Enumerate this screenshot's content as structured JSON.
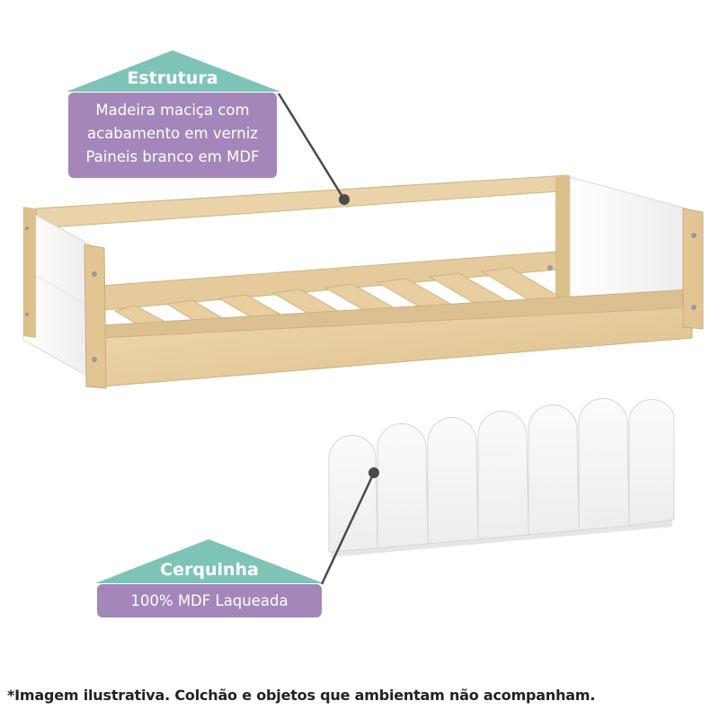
{
  "colors": {
    "teal": "#7ec4b6",
    "purple": "#a486bb",
    "wood": "#e8cfa2",
    "panel": "#f6f6f6"
  },
  "estrutura": {
    "title": "Estrutura",
    "lines": [
      "Madeira maciça com",
      "acabamento em verniz",
      "Paineis branco em MDF"
    ]
  },
  "cerquinha": {
    "title": "Cerquinha",
    "description": "100% MDF Laqueada"
  },
  "footnote": "*Imagem ilustrativa. Colchão e objetos que ambientam não acompanham."
}
